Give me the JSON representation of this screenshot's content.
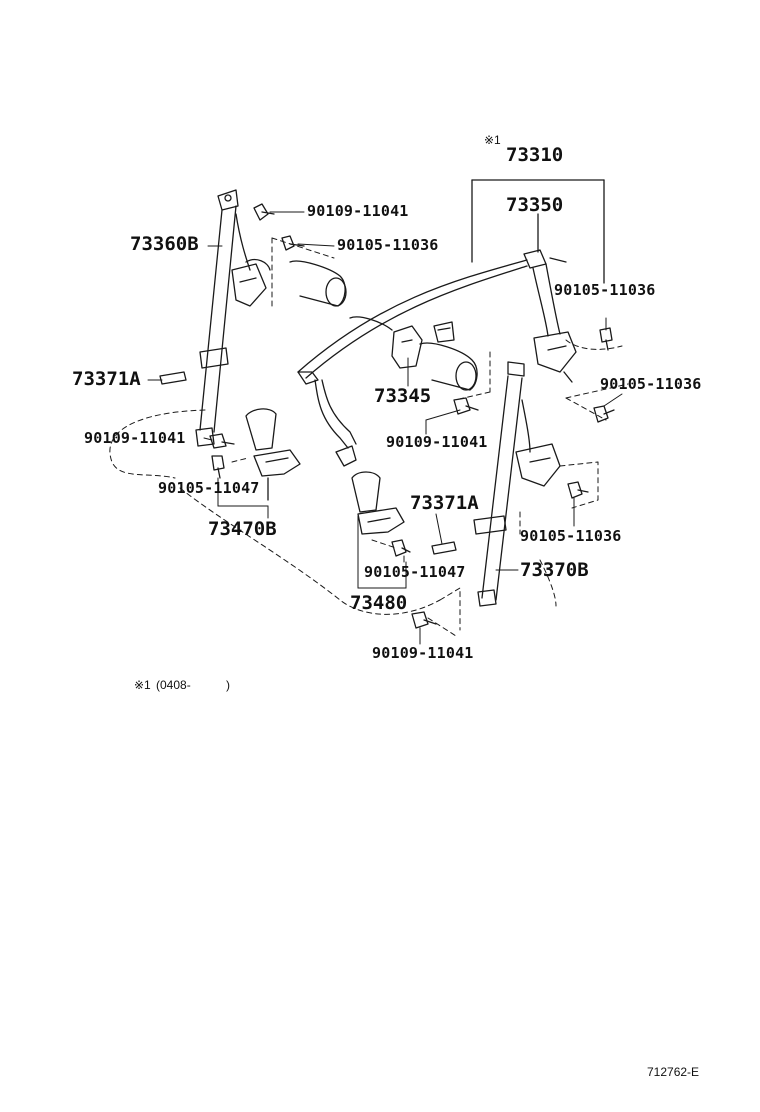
{
  "labels": {
    "note_marker": "※1",
    "p73310": "73310",
    "p73350": "73350",
    "p73360b": "73360B",
    "p73371a_left": "73371A",
    "p73371a_mid": "73371A",
    "p73345": "73345",
    "p73470b": "73470B",
    "p73480": "73480",
    "p73370b": "73370B",
    "bolt_90109_top": "90109-11041",
    "bolt_90105_top": "90105-11036",
    "bolt_90105_right1": "90105-11036",
    "bolt_90105_right2": "90105-11036",
    "bolt_90109_left": "90109-11041",
    "bolt_90105_left": "90105-11047",
    "bolt_90109_center": "90109-11041",
    "bolt_90105_right3": "90105-11036",
    "bolt_90105_bottom": "90105-11047",
    "bolt_90109_bottom": "90109-11041"
  },
  "footnote": {
    "marker": "※1",
    "text": "(0408-",
    "close": ")"
  },
  "figure_id": "712762-E"
}
